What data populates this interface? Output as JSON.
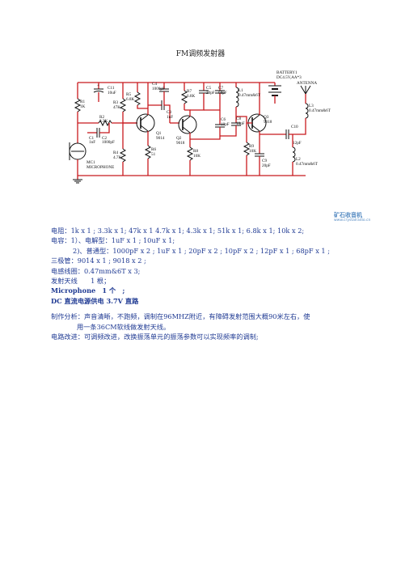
{
  "title": "FM调频发射器",
  "schematic": {
    "labels": {
      "c11": "C11",
      "c11v": "10uF",
      "r1": "R1",
      "r1v": "1K",
      "r2": "R2",
      "r2v": "3.3K",
      "c1": "C1",
      "c1v": "1nF",
      "c2": "C2",
      "c2v": "1000pF",
      "mc1": "MC1",
      "mc1v": "MICROPHONE",
      "r3": "R3",
      "r3v": "47K",
      "r4": "R4",
      "r4v": "4.7K",
      "r5": "R5",
      "r5v": "6.8K",
      "c4": "C4",
      "c4v": "1000pF",
      "c3": "C3",
      "c3v": "1nF",
      "q1": "Q1",
      "q1v": "9014",
      "r6": "R6",
      "r6v": "51",
      "r7": "R7",
      "r7v": "6.8K",
      "q2": "Q2",
      "q2v": "9018",
      "r8": "R8",
      "r8v": "10K",
      "c5": "C5",
      "c5v": "20pF",
      "c7": "C7",
      "c7v": "68pF",
      "c6": "C6",
      "c6v": "10pF",
      "l1": "L1",
      "l1v": "0.47mm&6T",
      "c8": "C8",
      "c8v": "10pF",
      "q3": "Q3",
      "q3v": "9018",
      "r9": "R9",
      "r9v": "10K",
      "c9": "C9",
      "c9v": "20pF",
      "battery": "BATTERY1",
      "batteryv": "DC4.5V,AA*3",
      "antenna": "ANTENNA",
      "l3": "L3",
      "l3v": "0.47mm&6T",
      "c10": "C10",
      "c10v": "12pF",
      "l2": "L2",
      "l2v": "0.47mm&6T"
    }
  },
  "watermark": {
    "name": "矿石收音机",
    "url": "www.crystalradio.cn"
  },
  "parts": {
    "resistors": "电阻：1k x 1 ; 3.3k x 1; 47k x 1 4.7k x 1; 4.3k x 1; 51k x 1; 6.8k x 1; 10k x 2;",
    "capacitors": "电容：1）、电解型：1uF x 1 ; 10uF x 1;",
    "capacitors_normal": "2)、普通型：1000pF x 2 ; 1uF x 1 ; 20pF x 2 ; 10pF x 2 ; 12pF x 1 ; 68pF x 1 ;",
    "transistors": "三极管：9014 x 1 ; 9018 x 2 ;",
    "inductors": "电感线圈：0.47mm&6T x 3;",
    "antenna": "发射天线　　1 根；",
    "microphone": "Microphone　1 个　;",
    "power": "DC 直流电源供电 3.7V 直路"
  },
  "analysis": {
    "line1": "制作分析：声音清晰，不跑频，调制在96MHZ附近，有障碍发射范围大概90米左右，使",
    "line2": "用一条36CM软线做发射天线。",
    "improve": "电路改进：可调频改进，改换振荡单元的振荡参数可以实现频率的调制;"
  }
}
